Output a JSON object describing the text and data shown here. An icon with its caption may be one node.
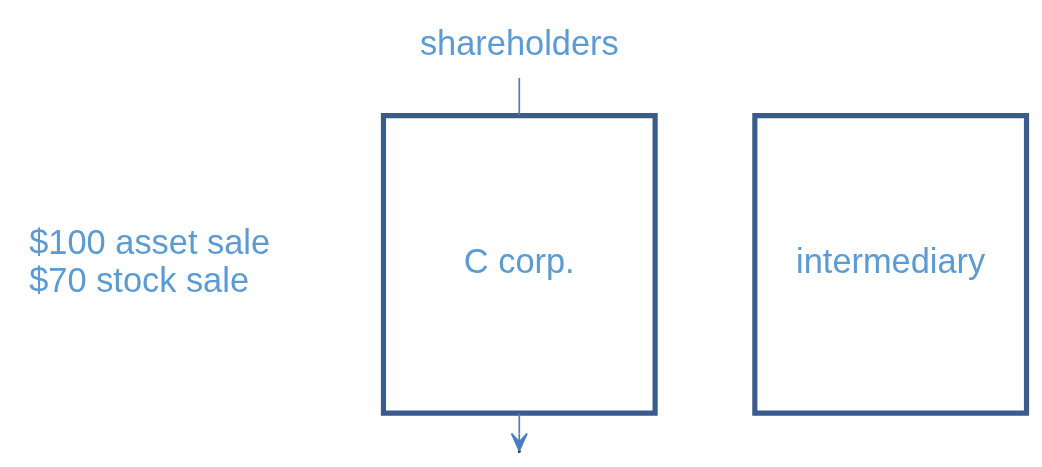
{
  "diagram": {
    "nodes": [
      {
        "text": [
          "shareholders"
        ]
      },
      {
        "text": [
          "C corp."
        ]
      },
      {
        "text": [
          "intermediary"
        ]
      }
    ],
    "edges": [
      {
        "from": 0,
        "to": 1,
        "arrow": "none"
      },
      {
        "from": 1,
        "to": null,
        "arrow": "to"
      }
    ],
    "labels": [
      "$100 asset sale",
      "$70 stock sale"
    ]
  }
}
